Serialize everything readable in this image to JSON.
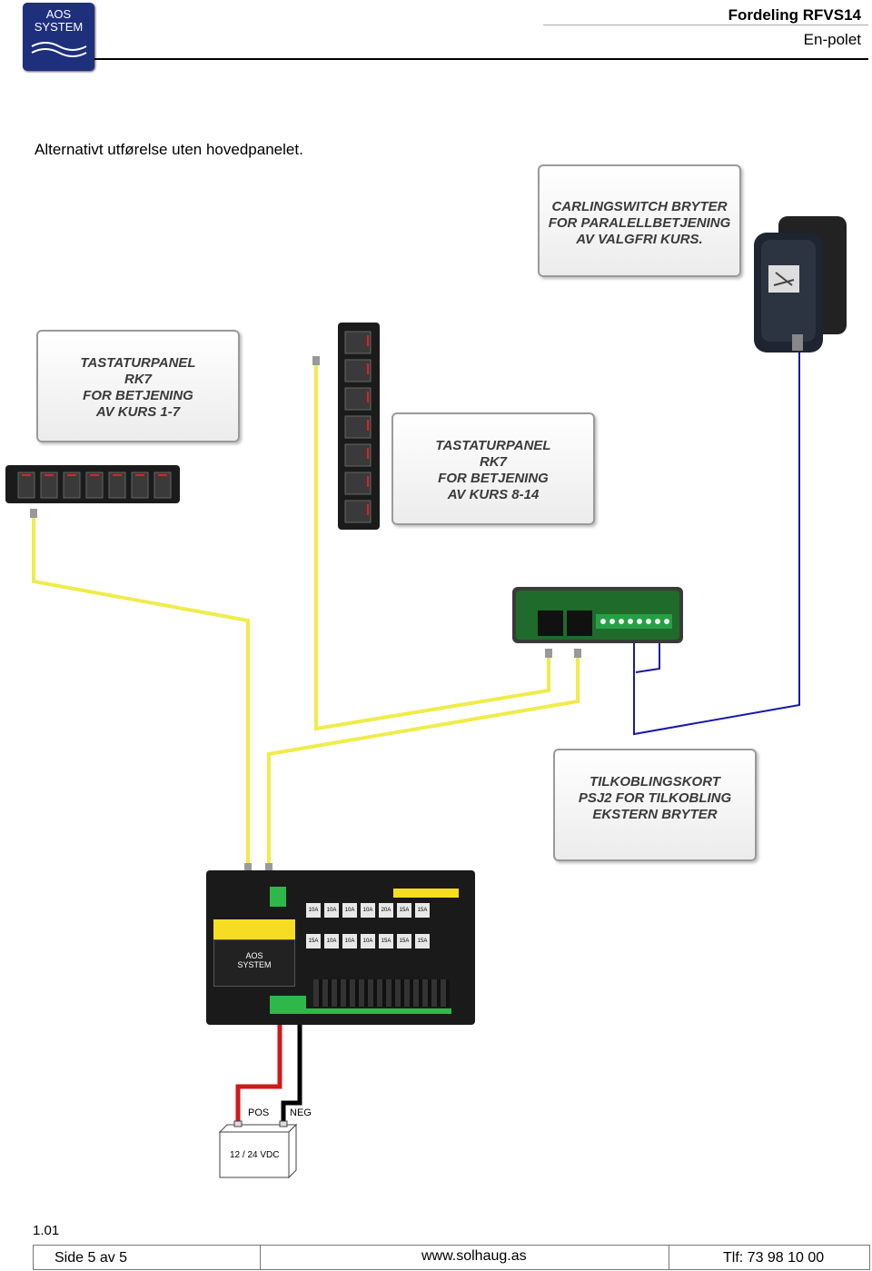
{
  "header": {
    "logo_line1": "AOS",
    "logo_line2": "SYSTEM",
    "title": "Fordeling RFVS14",
    "subtitle": "En-polet"
  },
  "intro_text": "Alternativt utførelse uten hovedpanelet.",
  "callouts": {
    "carling": [
      "CARLINGSWITCH BRYTER",
      "FOR PARALELLBETJENING",
      "AV VALGFRI KURS."
    ],
    "panel1": [
      "TASTATURPANEL",
      "RK7",
      "FOR BETJENING",
      "AV KURS 1-7"
    ],
    "panel2": [
      "TASTATURPANEL",
      "RK7",
      "FOR BETJENING",
      "AV KURS 8-14"
    ],
    "psj2": [
      "TILKOBLINGSKORT",
      "PSJ2 FOR TILKOBLING",
      "EKSTERN BRYTER"
    ]
  },
  "distribution_box": {
    "brand_line1": "AOS",
    "brand_line2": "SYSTEM",
    "fuses_row1": [
      "10A",
      "10A",
      "10A",
      "10A",
      "20A",
      "15A",
      "15A"
    ],
    "fuses_row2": [
      "15A",
      "10A",
      "10A",
      "10A",
      "15A",
      "15A",
      "15A"
    ]
  },
  "battery": {
    "pos_label": "POS",
    "neg_label": "NEG",
    "voltage_label": "12 / 24 VDC"
  },
  "version": "1.01",
  "footer": {
    "page": "Side 5  av 5",
    "website": "www.solhaug.as",
    "phone": "Tlf: 73 98 10 00"
  },
  "colors": {
    "logo_bg": "#1e2f7c",
    "data_cable": "#f0ec4a",
    "switch_wire": "#1a1aa8",
    "positive_wire": "#d01818",
    "negative_wire": "#000000",
    "pcb": "#1f6b2b"
  }
}
